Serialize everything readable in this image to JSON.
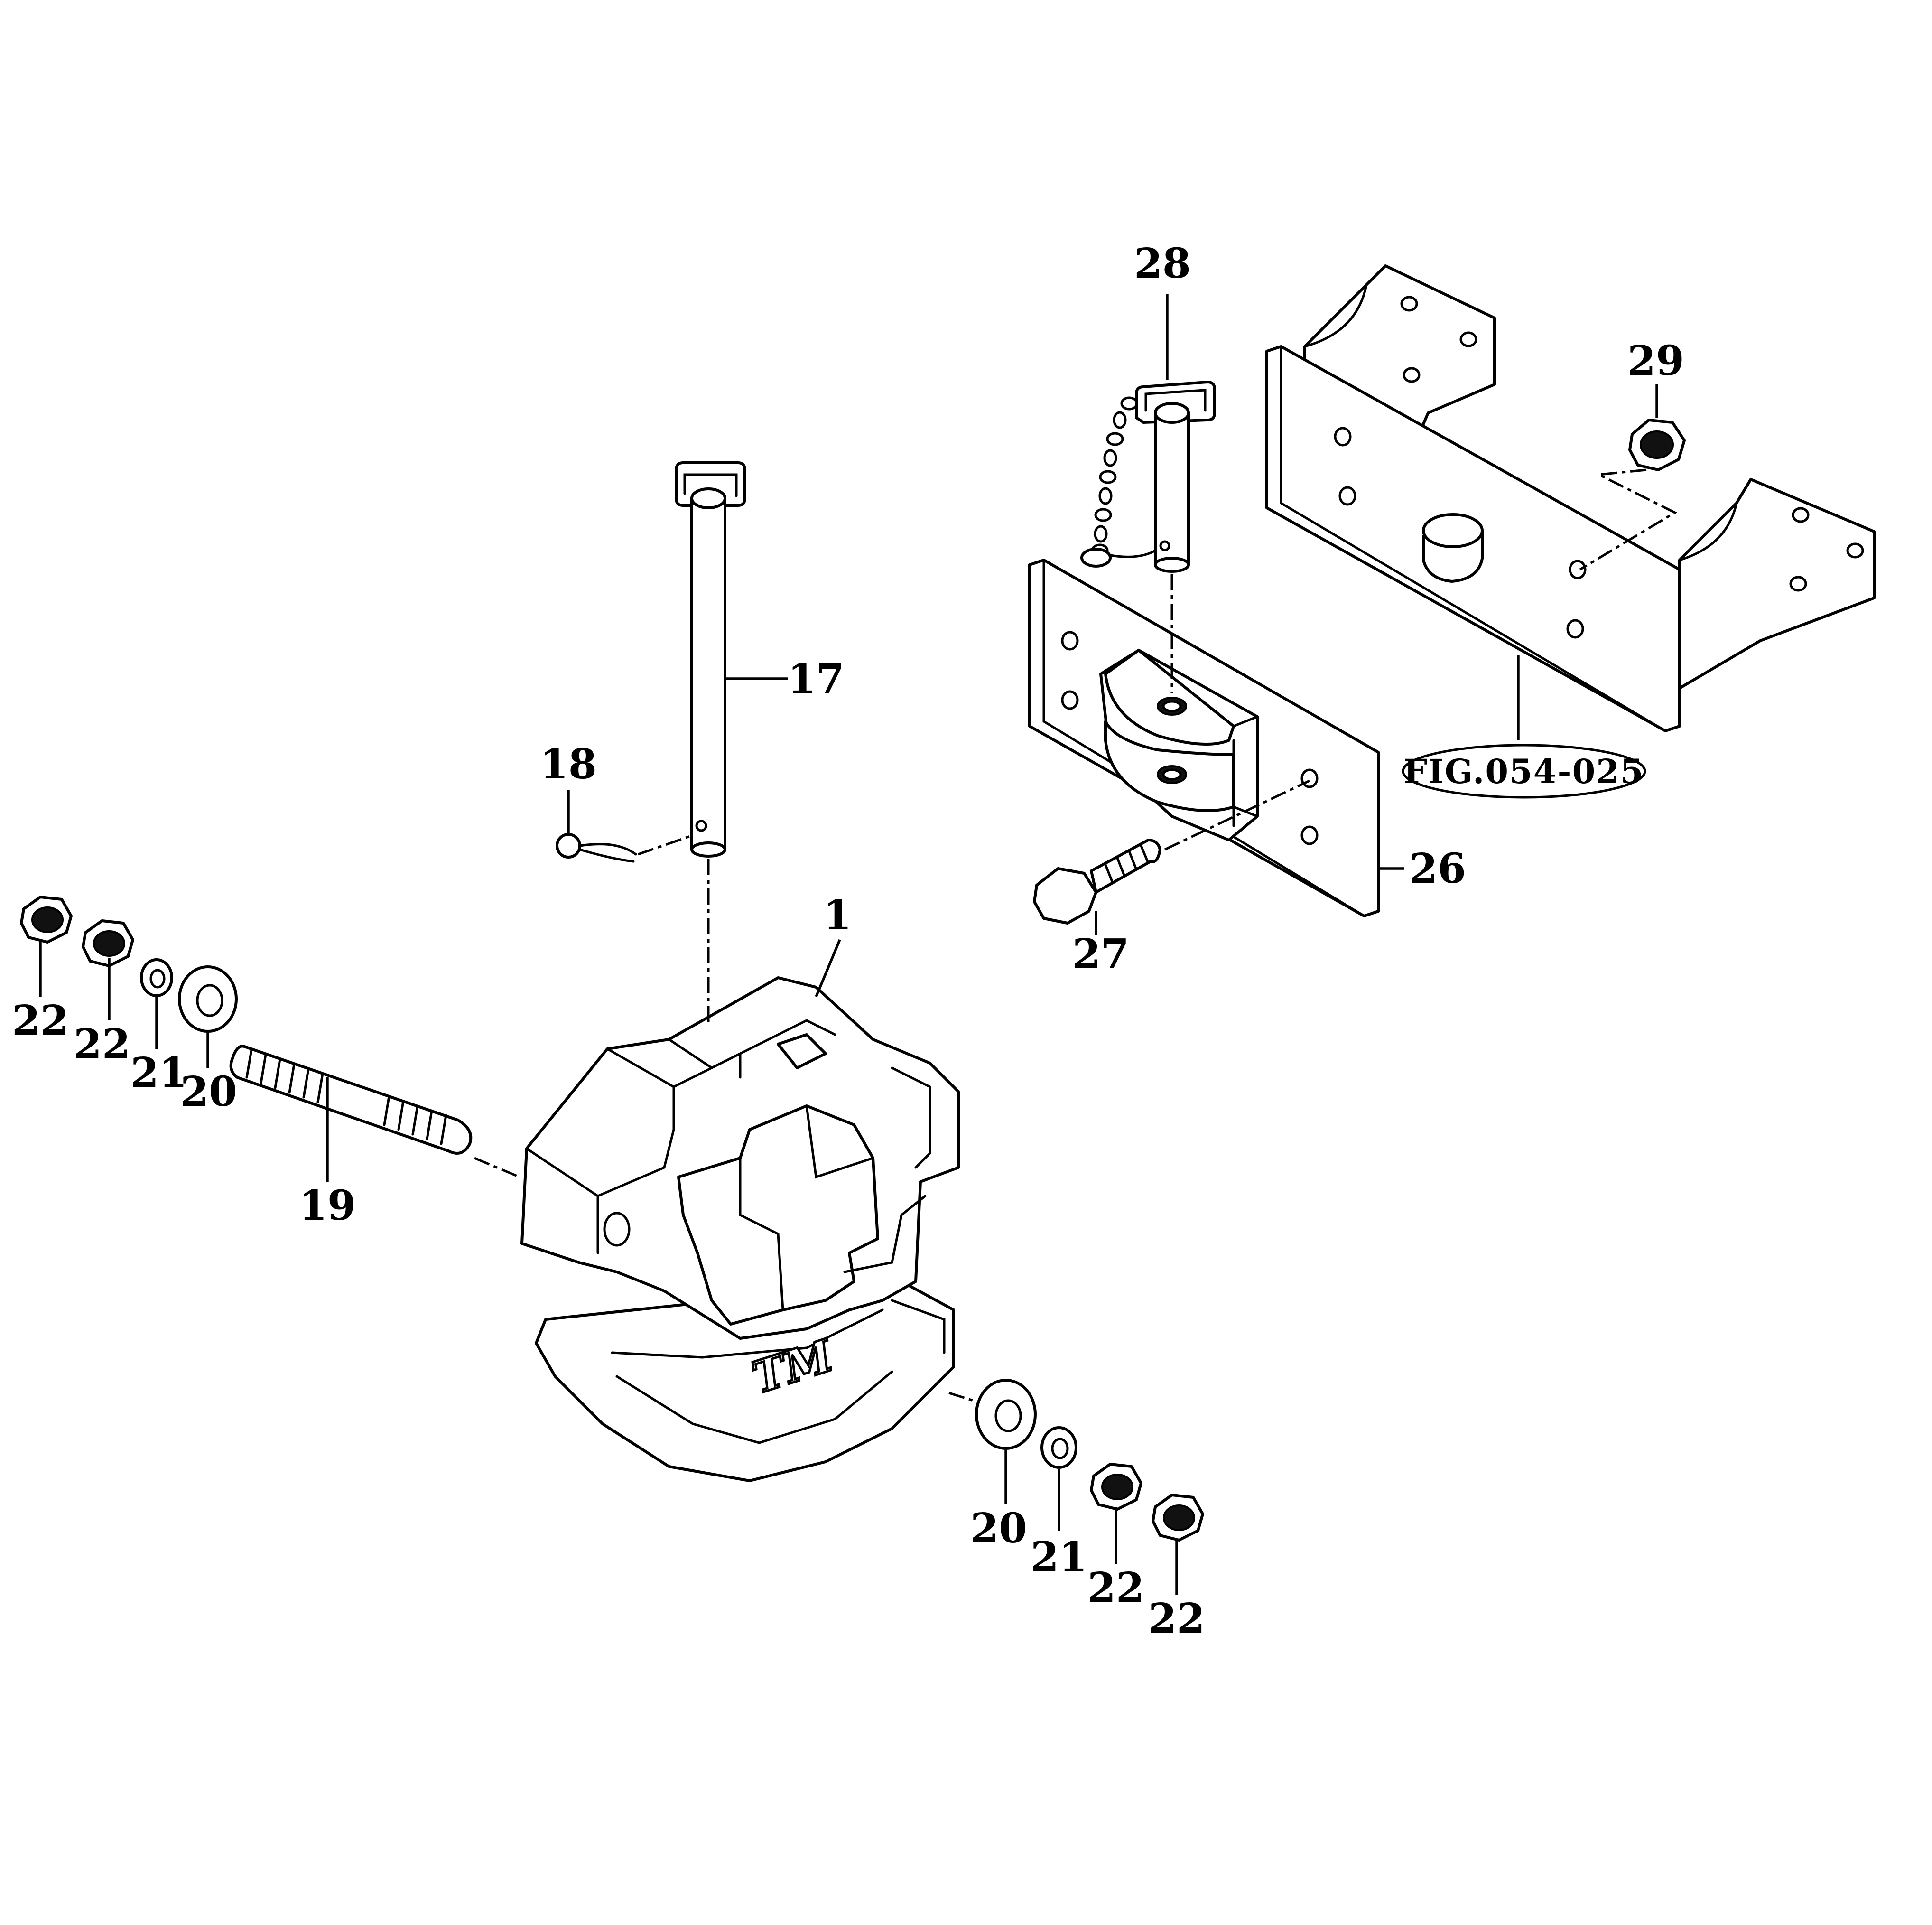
{
  "diagram": {
    "figure_reference": "FIG.054-025",
    "logo_text": "TM",
    "callouts": {
      "c1": "1",
      "c17": "17",
      "c18": "18",
      "c19": "19",
      "c20_left": "20",
      "c21_left": "21",
      "c22_left_a": "22",
      "c22_left_b": "22",
      "c20_right": "20",
      "c21_right": "21",
      "c22_right_a": "22",
      "c22_right_b": "22",
      "c26": "26",
      "c27": "27",
      "c28": "28",
      "c29": "29"
    }
  }
}
